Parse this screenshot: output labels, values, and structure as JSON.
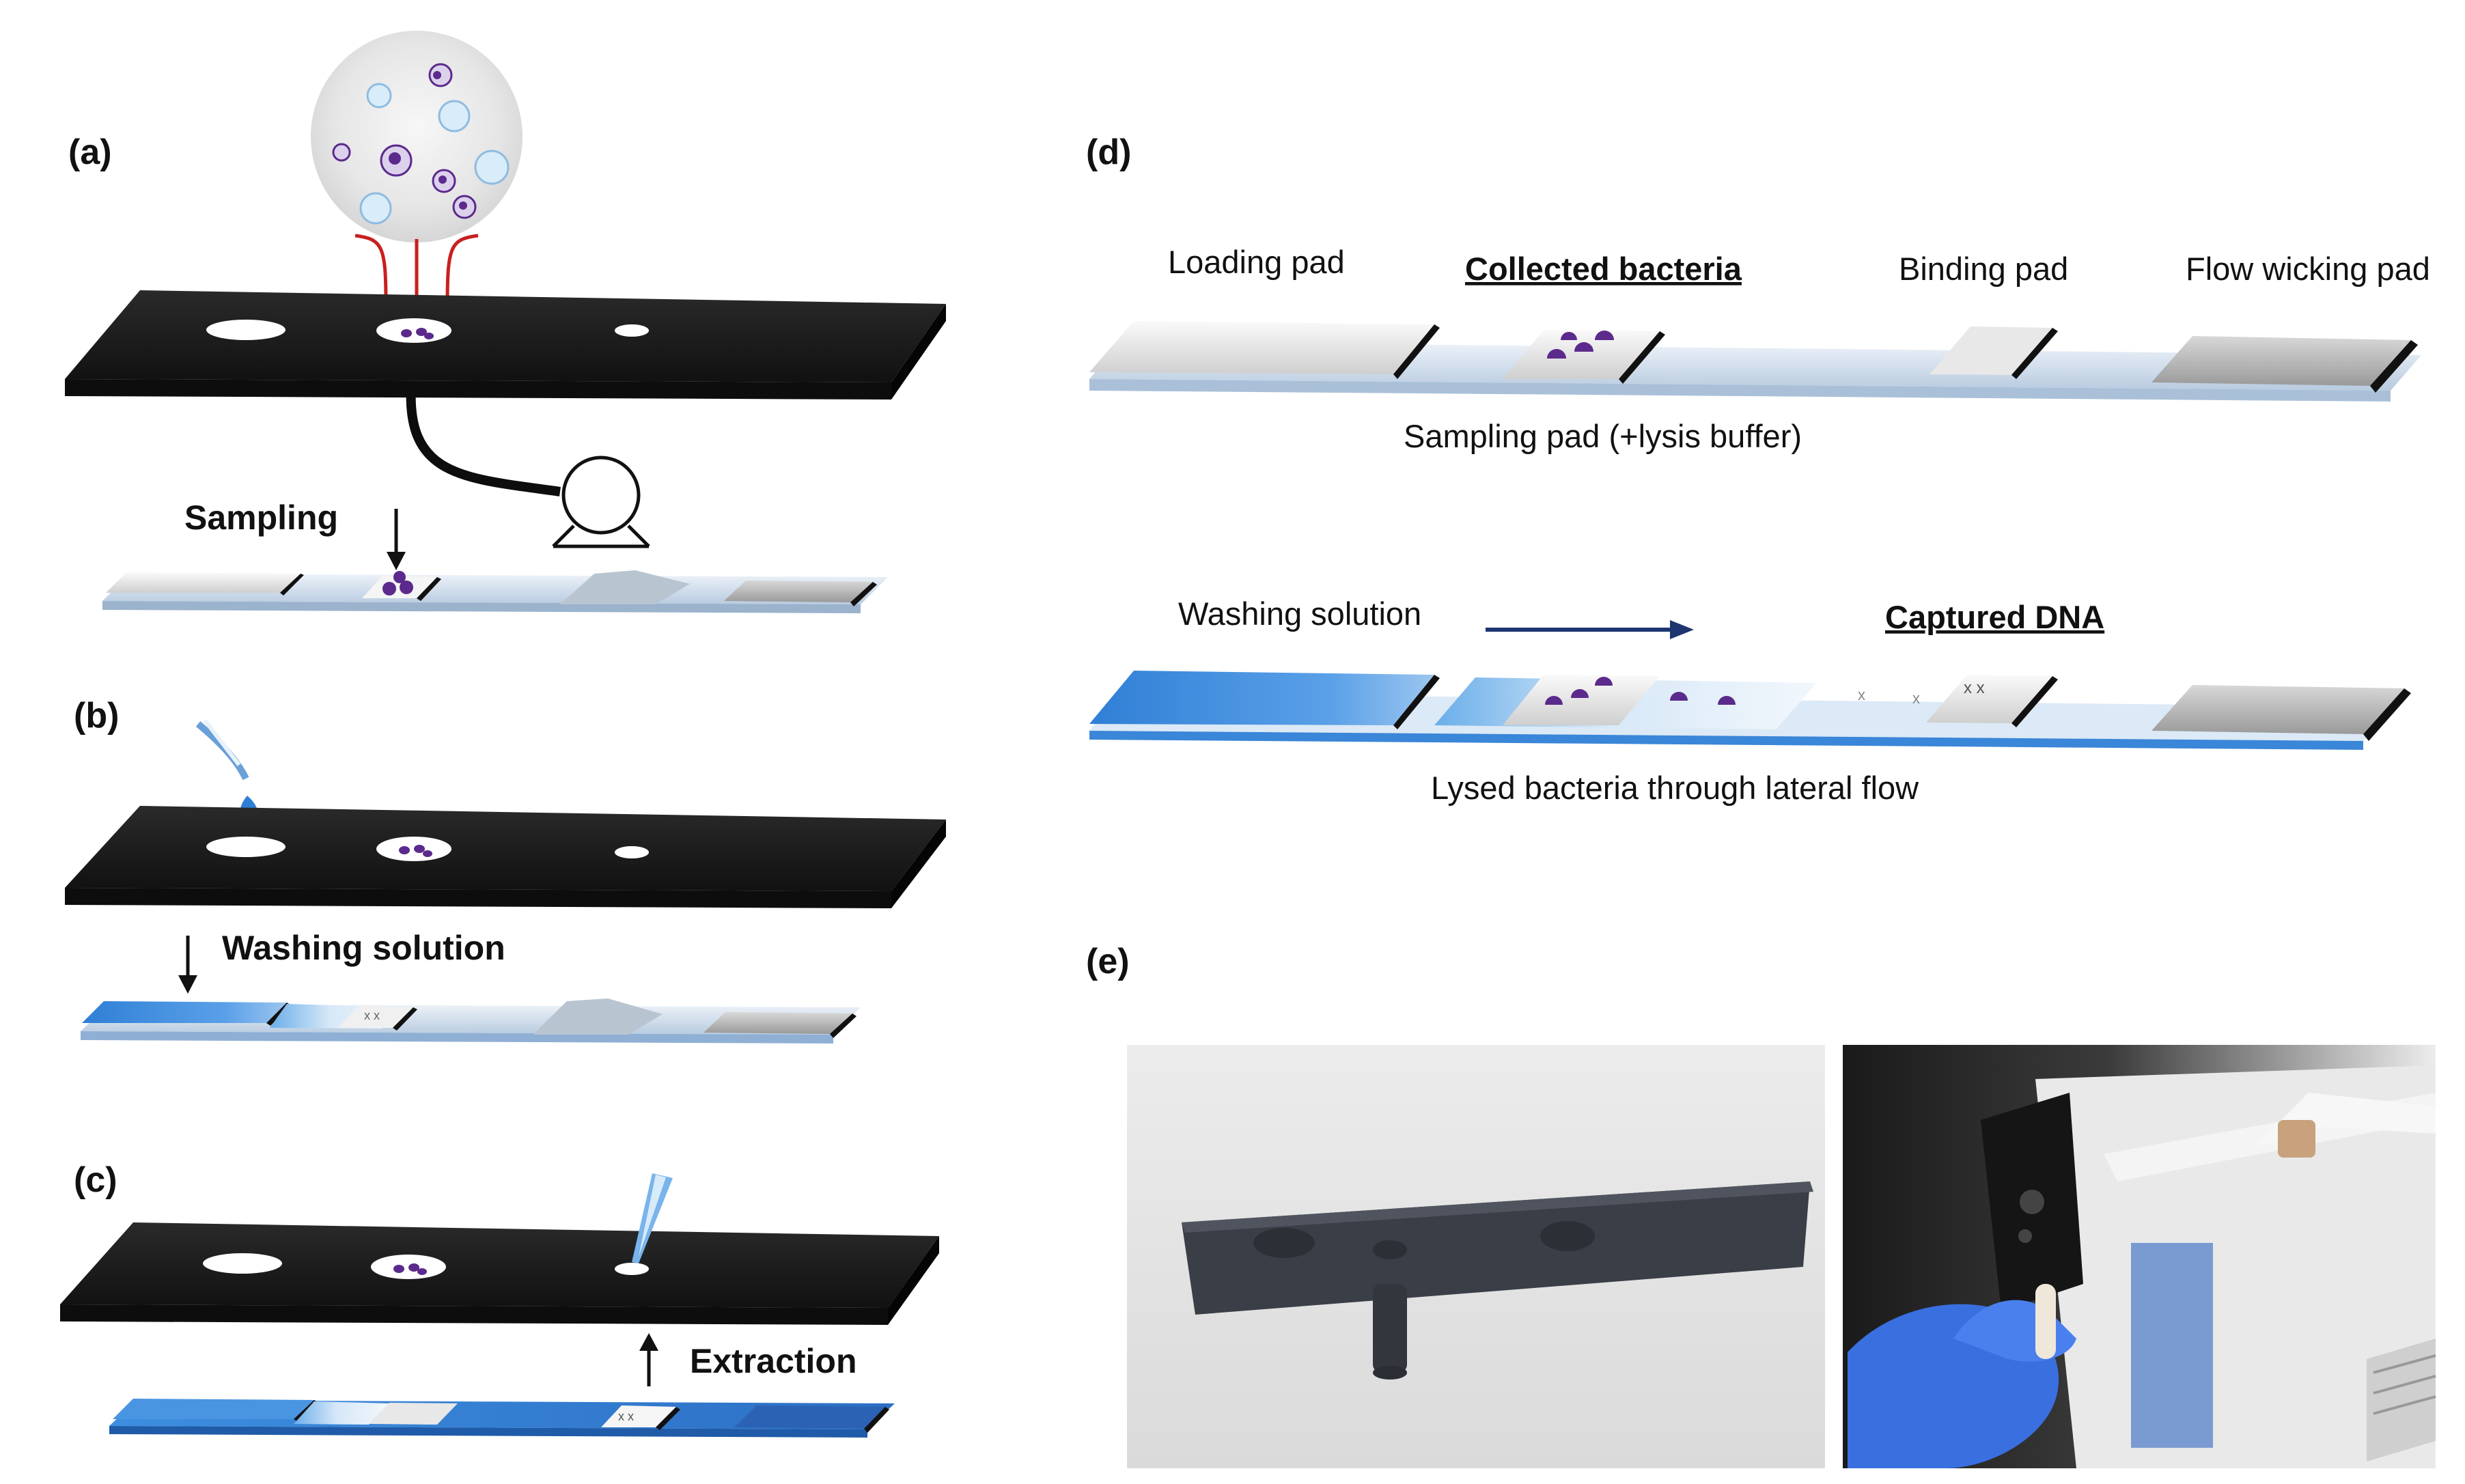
{
  "panels": {
    "a": {
      "label": "(a)",
      "step": "Sampling"
    },
    "b": {
      "label": "(b)",
      "step": "Washing solution"
    },
    "c": {
      "label": "(c)",
      "step": "Extraction"
    },
    "d": {
      "label": "(d)",
      "top_strip": {
        "loading_pad": "Loading pad",
        "collected_bacteria": "Collected bacteria",
        "binding_pad": "Binding pad",
        "flow_wicking_pad": "Flow wicking pad",
        "sampling_pad": "Sampling pad (+lysis buffer)"
      },
      "bottom_strip": {
        "washing_solution": "Washing solution",
        "captured_dna": "Captured DNA",
        "lysed_bacteria": "Lysed bacteria through lateral flow"
      }
    },
    "e": {
      "label": "(e)"
    }
  },
  "colors": {
    "cartridge": "#1c1c1c",
    "bacteria": "#5b2a8c",
    "wash_blue": "#2f7fd6",
    "strip_light": "#dce8f4",
    "wick_gray": "#c9c9c9",
    "arrow_navy": "#1f3570",
    "channel_red": "#c8201f",
    "glove_blue": "#3a6fe0"
  },
  "icons": [
    "pipette-drop-icon",
    "pipette-tip-icon",
    "pump-icon",
    "down-arrow-icon",
    "up-arrow-icon",
    "right-arrow-icon"
  ]
}
